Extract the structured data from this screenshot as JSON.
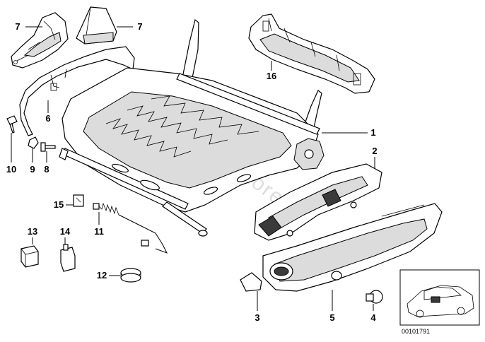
{
  "diagram": {
    "watermark": "www.BMWstore.pl",
    "image_code": "00101791",
    "callouts": [
      "1",
      "2",
      "3",
      "4",
      "5",
      "7",
      "7",
      "8",
      "9",
      "10",
      "11",
      "12",
      "13",
      "14",
      "15",
      "16"
    ]
  }
}
